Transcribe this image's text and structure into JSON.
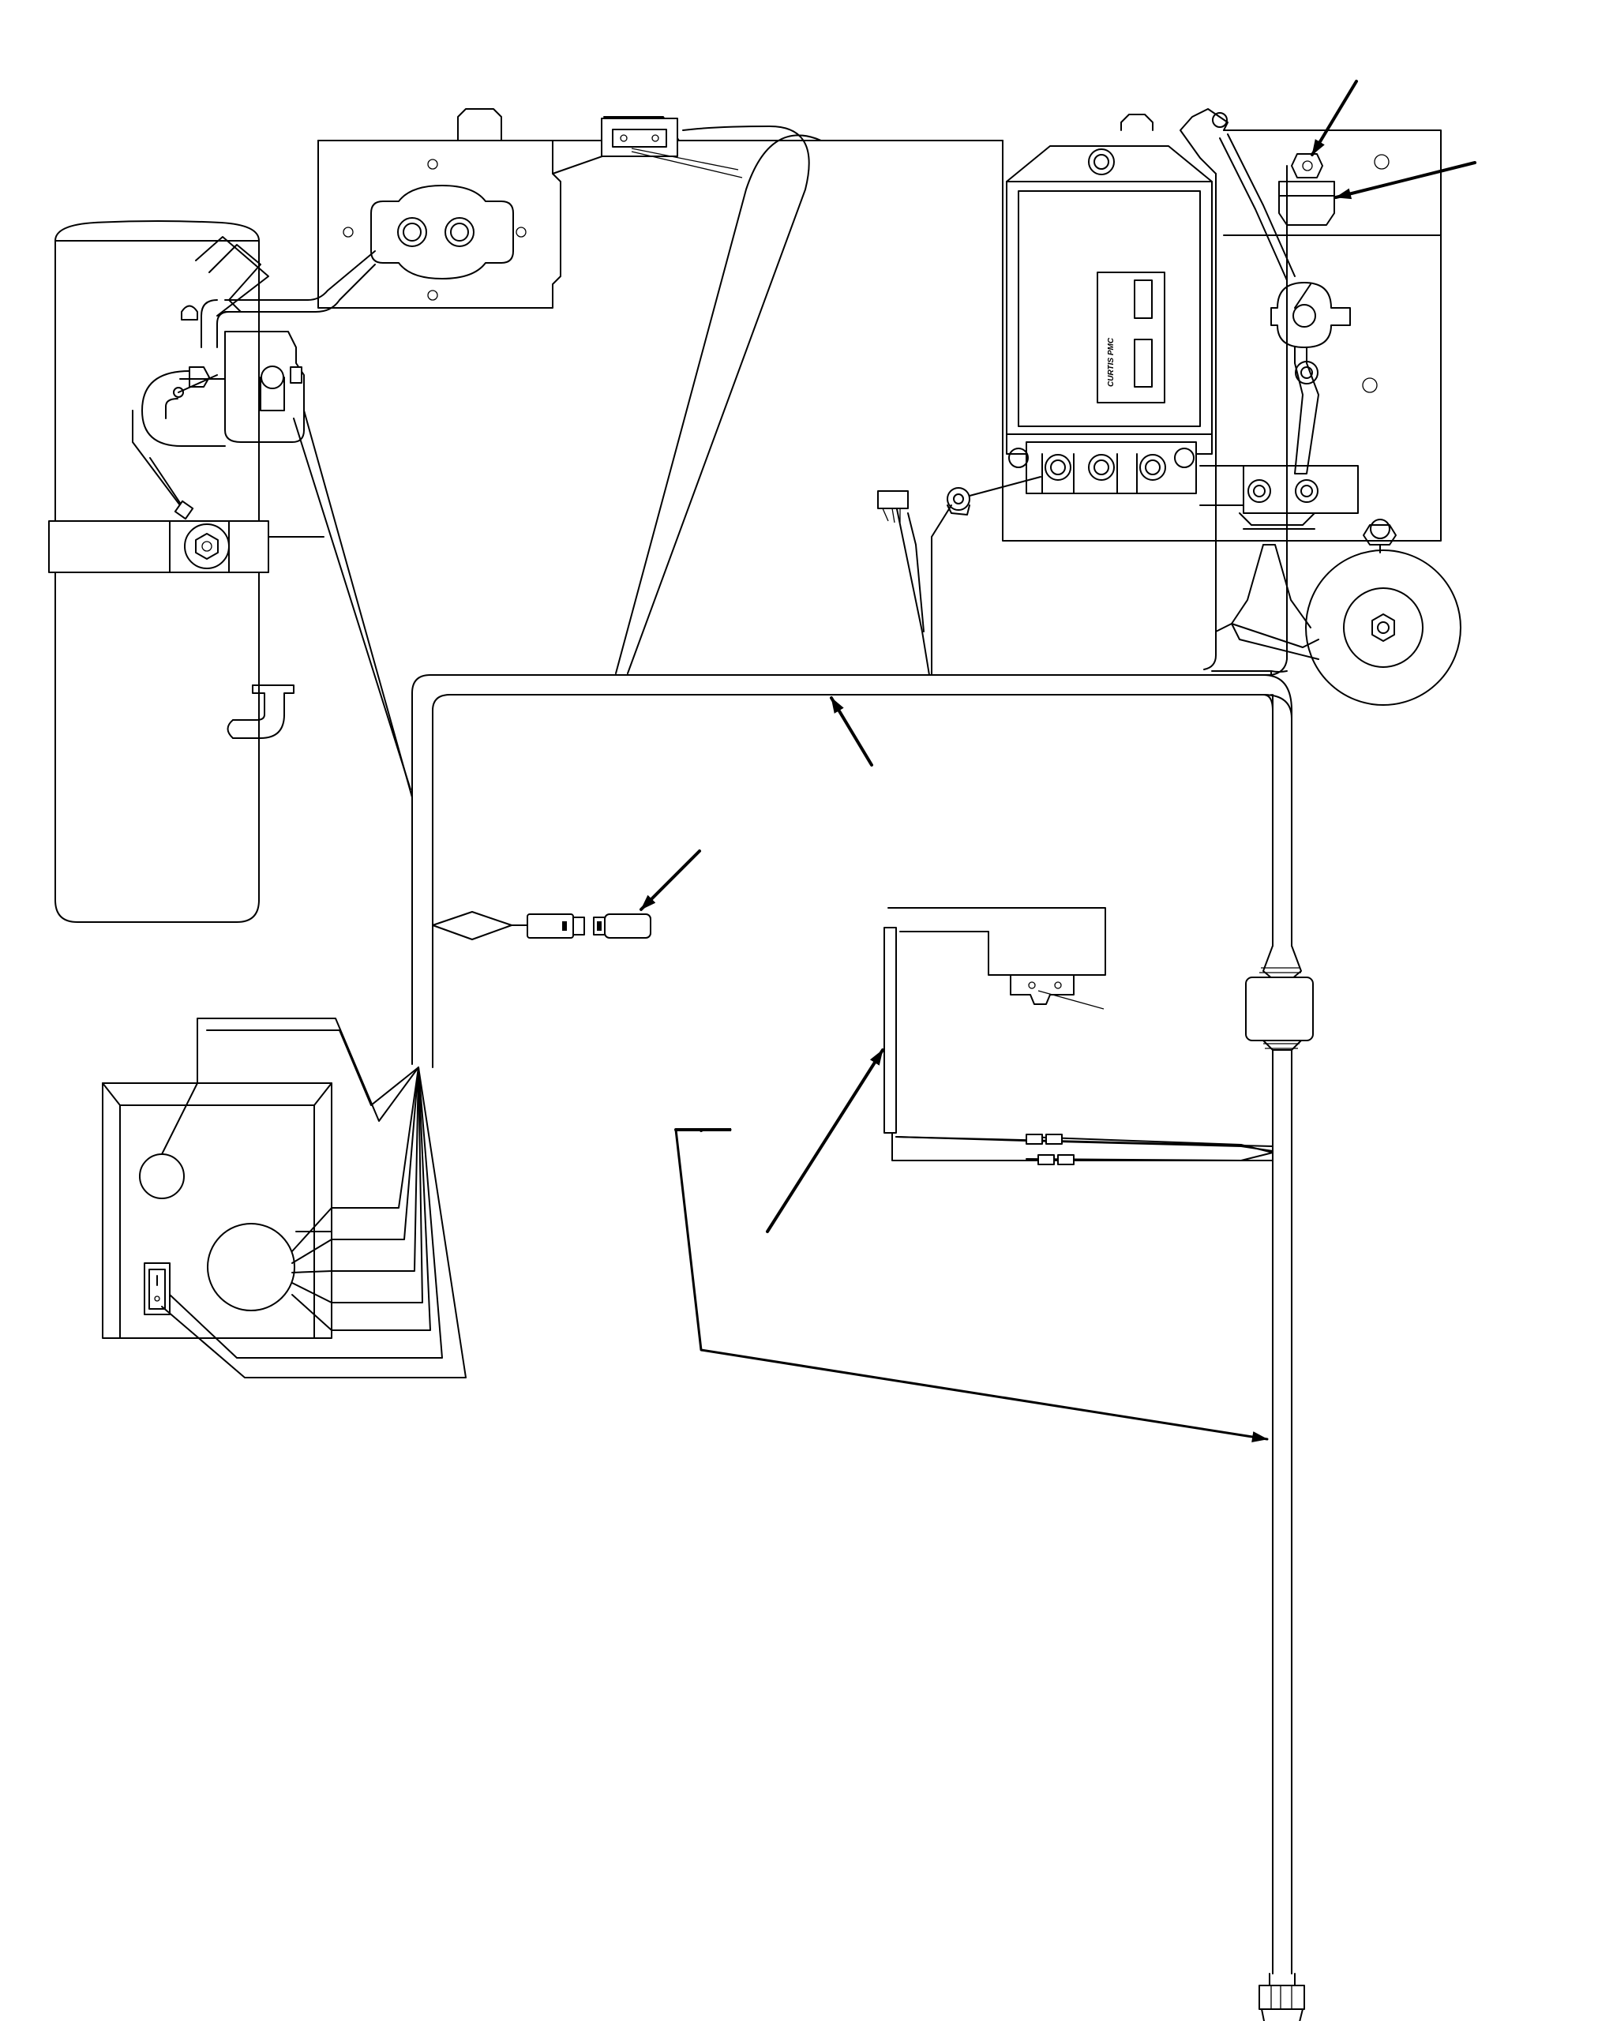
{
  "controller_label": {
    "brand": "CURTIS PMC",
    "rating_labels": [
      "",
      "",
      "",
      ""
    ]
  },
  "colors": {
    "line": "#000000",
    "background": "#ffffff"
  },
  "callout_arrows": [
    "arrow-solenoid-terminal",
    "arrow-solenoid-connector",
    "arrow-main-harness",
    "arrow-inline-connector",
    "arrow-brake-switch",
    "arrow-harness-branch"
  ]
}
